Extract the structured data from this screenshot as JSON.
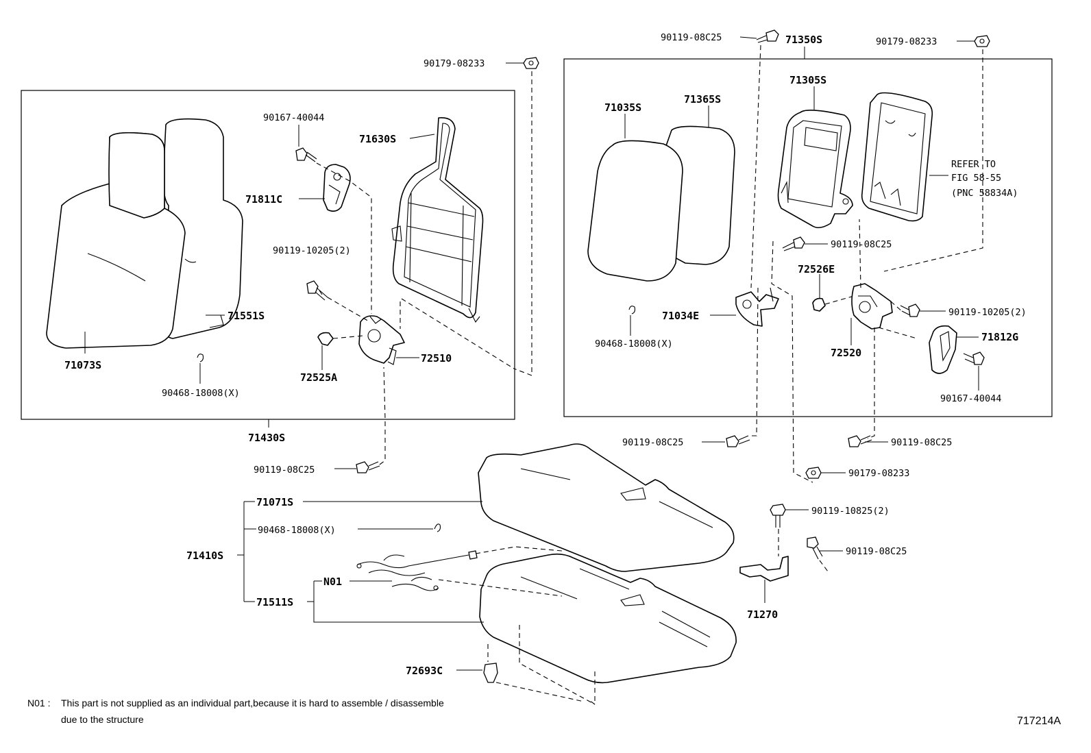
{
  "figure_id": "717214A",
  "note": {
    "code": "N01 :",
    "line1": "This part is not supplied as an individual part,because it is hard to assemble / disassemble",
    "line2": "due to the structure"
  },
  "reference": {
    "line1": "REFER TO",
    "line2": "FIG 58-55",
    "line3": "(PNC 58834A)"
  },
  "left_assembly": {
    "assembly_label": "71430S",
    "parts": {
      "p71073S": "71073S",
      "p71551S": "71551S",
      "p90468": "90468-18008(X)",
      "p90167": "90167-40044",
      "p71811C": "71811C",
      "p71630S": "71630S",
      "p90119_10205": "90119-10205(2)",
      "p72525A": "72525A",
      "p72510": "72510"
    }
  },
  "right_assembly": {
    "assembly_label": "71350S",
    "parts": {
      "p71035S": "71035S",
      "p71365S": "71365S",
      "p71305S": "71305S",
      "p90119_08C25_a": "90119-08C25",
      "p72526E": "72526E",
      "p71034E": "71034E",
      "p90468": "90468-18008(X)",
      "p72520": "72520",
      "p90119_10205": "90119-10205(2)",
      "p71812G": "71812G",
      "p90167": "90167-40044"
    }
  },
  "outside_parts": {
    "top_90179_left": "90179-08233",
    "top_90119_08C25": "90119-08C25",
    "top_90179_right": "90179-08233",
    "mid_90119_08C25_left": "90119-08C25",
    "mid_90119_08C25_right": "90119-08C25",
    "bottom_90119_08C25_left": "90119-08C25",
    "mid_90179": "90179-08233",
    "p90119_10825": "90119-10825(2)",
    "p90119_08C25_lower": "90119-08C25",
    "p71270": "71270",
    "p72693C": "72693C"
  },
  "cushion_assembly": {
    "assembly_label": "71410S",
    "p71071S": "71071S",
    "p90468": "90468-18008(X)",
    "pN01": "N01",
    "p71511S": "71511S"
  }
}
